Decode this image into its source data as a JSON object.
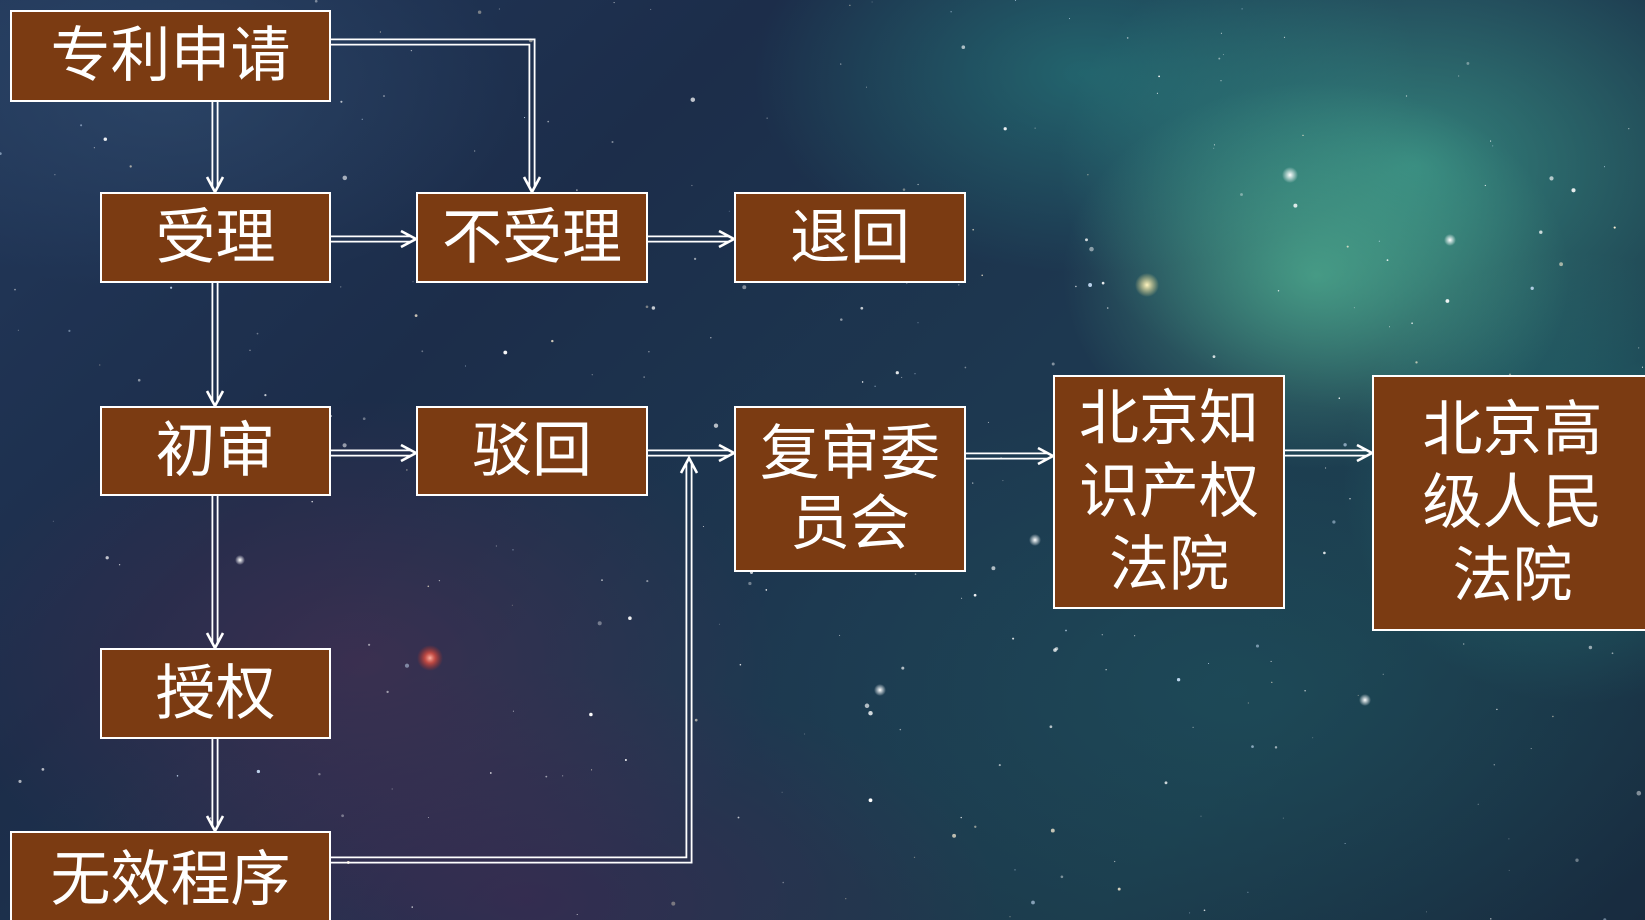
{
  "flowchart": {
    "patent_application": "专利申请",
    "accepted": "受理",
    "not_accepted": "不受理",
    "returned": "退回",
    "preliminary_examination": "初审",
    "rejected": "驳回",
    "review_board": {
      "lines": [
        "复审委",
        "员会"
      ]
    },
    "beijing_ip_court": {
      "lines": [
        "北京知",
        "识产权",
        "法院"
      ]
    },
    "beijing_high_court": {
      "lines": [
        "北京高",
        "级人民",
        "法院"
      ]
    },
    "granted": "授权",
    "invalidation_procedure": "无效程序"
  },
  "colors": {
    "box_fill": "#7b3b12",
    "box_border": "#ffffff",
    "arrow": "#ffffff",
    "text": "#ffffff"
  }
}
